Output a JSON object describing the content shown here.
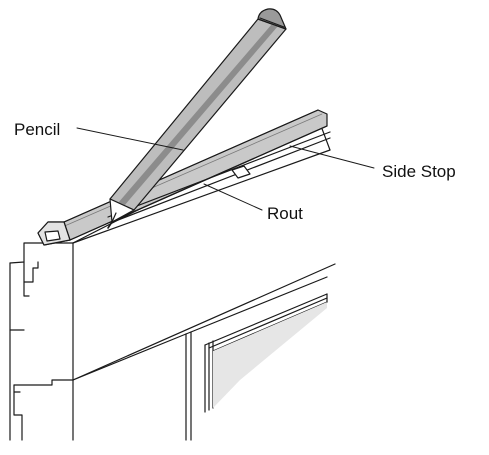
{
  "labels": {
    "pencil": "Pencil",
    "side_stop": "Side Stop",
    "rout": "Rout"
  },
  "colors": {
    "line": "#1a1a1a",
    "pencil_fill": "#bdbdbd",
    "pencil_shadow": "#8c8c8c",
    "stop_fill": "#c9c9c9",
    "stop_top": "#e3e3e3",
    "glass_shade": "#e6e6e6"
  }
}
